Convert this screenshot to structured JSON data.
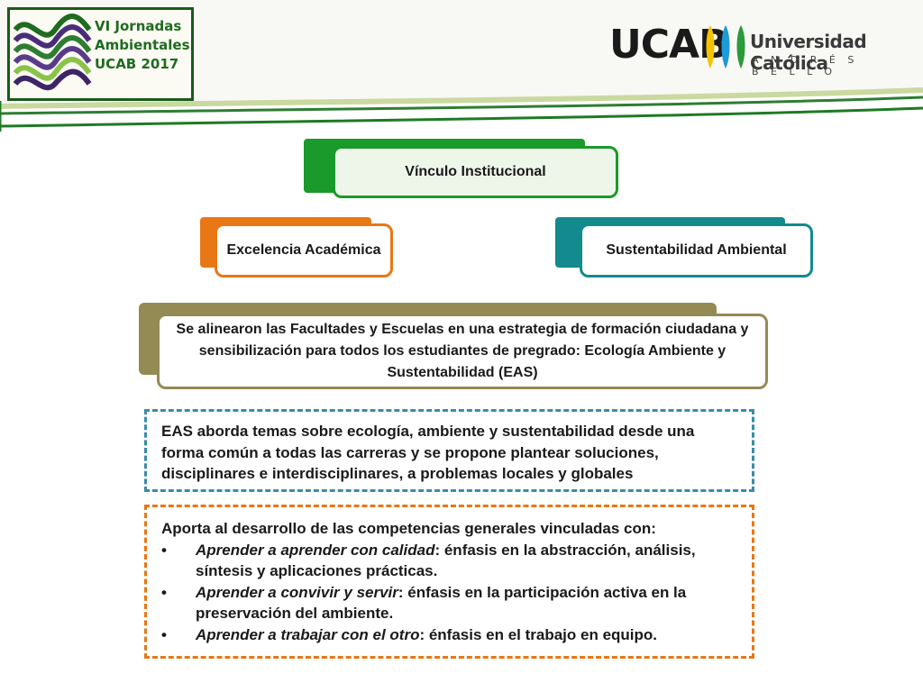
{
  "header": {
    "event_title": [
      "VI Jornadas",
      "Ambientales",
      "UCAB 2017"
    ],
    "ucab_wordmark": "UCAB",
    "university_name": "Universidad Católica",
    "university_subname": "ANDRÉS BELLO"
  },
  "pillars": {
    "top": "Vínculo Institucional",
    "left": "Excelencia Académica",
    "right": "Sustentabilidad Ambiental"
  },
  "strategy": "Se alinearon las Facultades y Escuelas en una estrategia de formación ciudadana y sensibilización para todos los estudiantes de pregrado:  Ecología Ambiente y Sustentabilidad (EAS)",
  "eas_box": {
    "text": "EAS aborda temas sobre ecología, ambiente y sustentabilidad desde una forma común a todas las carreras y se propone plantear soluciones, disciplinares e interdisciplinares, a problemas locales y globales"
  },
  "competencies": {
    "intro": "Aporta al desarrollo de las competencias generales vinculadas con:",
    "bullet_char": "•",
    "items": [
      {
        "title": "Aprender a aprender con calidad",
        "desc": ": énfasis en la abstracción, análisis, síntesis y aplicaciones prácticas."
      },
      {
        "title": "Aprender a convivir y servir",
        "desc": ": énfasis en la participación activa en la preservación del ambiente."
      },
      {
        "title": "Aprender a trabajar con el otro",
        "desc": ": énfasis en el trabajo en equipo."
      }
    ]
  },
  "colors": {
    "green": "#1a9a2a",
    "orange": "#e87715",
    "teal": "#138a8e",
    "olive": "#948a54",
    "blue_dash": "#3b8ca8",
    "orange_dash": "#e87715",
    "logo_yellow": "#f5c400",
    "logo_blue": "#1e9ad6",
    "logo_green": "#2a9a3a"
  }
}
